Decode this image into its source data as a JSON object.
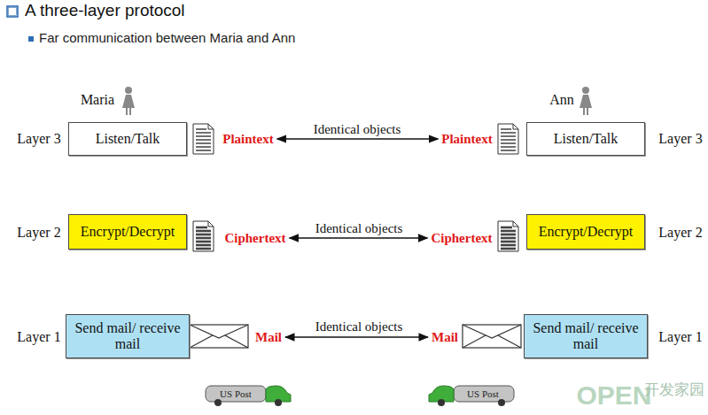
{
  "diagram": {
    "title": "A three-layer protocol",
    "nodes": [
      {
        "text": [
          "Listen/Talk"
        ]
      },
      {
        "text": [
          "Listen/Talk"
        ]
      },
      {
        "text": [
          "Encrypt/Decrypt"
        ]
      },
      {
        "text": [
          "Encrypt/Decrypt"
        ]
      },
      {
        "text": [
          "Send mail/ receive mail"
        ]
      },
      {
        "text": [
          "Send mail/ receive mail"
        ]
      }
    ],
    "labels": [
      "Far communication between Maria and Ann",
      "Maria",
      "Ann",
      "Layer 3",
      "Plaintext",
      "Identical objects",
      "Plaintext",
      "Layer 3",
      "Layer 2",
      "Ciphertext",
      "Identical objects",
      "Ciphertext",
      "Layer 2",
      "Layer 1",
      "Mail",
      "Identical objects",
      "Mail",
      "Layer 1",
      "US Post",
      "US Post",
      "OPEN",
      "开发家园"
    ]
  }
}
